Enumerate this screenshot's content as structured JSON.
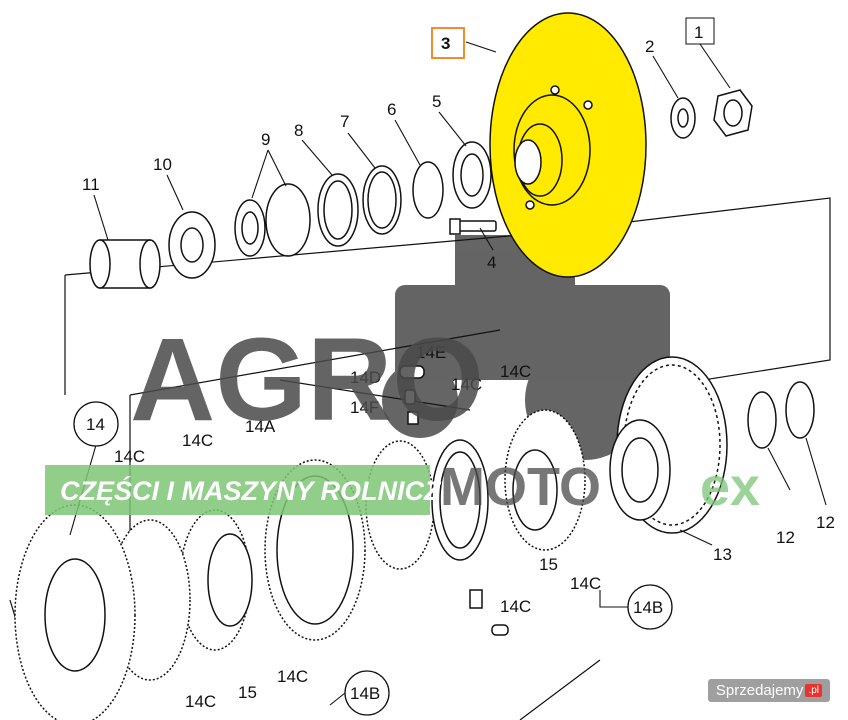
{
  "diagram": {
    "highlight_color": "#ffea00",
    "highlight_box_color": "#f28a2e",
    "band_color": "#7cc576",
    "labels": {
      "l1": "1",
      "l2": "2",
      "l3": "3",
      "l4": "4",
      "l5": "5",
      "l6": "6",
      "l7": "7",
      "l8": "8",
      "l9": "9",
      "l10": "10",
      "l11": "11",
      "l12a": "12",
      "l12b": "12",
      "l13": "13",
      "l14": "14",
      "l14a": "14A",
      "l14b_1": "14B",
      "l14b_2": "14B",
      "l14c_1": "14C",
      "l14c_2": "14C",
      "l14c_3": "14C",
      "l14c_4": "14C",
      "l14c_5": "14C",
      "l14c_6": "14C",
      "l14c_7": "14C",
      "l14c_8": "14C",
      "l14d": "14D",
      "l14e": "14E",
      "l14f": "14F",
      "l15a": "15",
      "l15b": "15"
    }
  },
  "watermark": {
    "brand_left": "AGRO",
    "brand_right": "MOTO",
    "brand_suffix": "ex",
    "band_text": "CZĘŚCI I MASZYNY ROLNICZE",
    "site_name": "Sprzedajemy",
    "site_tld": ".pl"
  }
}
